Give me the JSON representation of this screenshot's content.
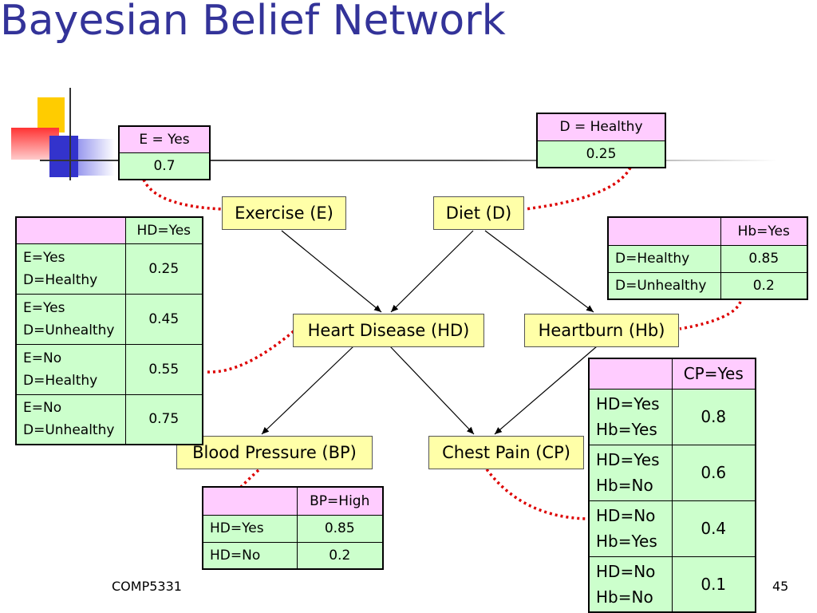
{
  "title": "Bayesian Belief Network",
  "nodes": {
    "exercise": "Exercise (E)",
    "diet": "Diet (D)",
    "heart_disease": "Heart Disease (HD)",
    "heartburn": "Heartburn (Hb)",
    "blood_pressure": "Blood Pressure (BP)",
    "chest_pain": "Chest Pain (CP)"
  },
  "tables": {
    "e": {
      "header": "E = Yes",
      "value": "0.7"
    },
    "d": {
      "header": "D = Healthy",
      "value": "0.25"
    },
    "hd": {
      "header": "HD=Yes",
      "rows": [
        {
          "cond1": "E=Yes",
          "cond2": "D=Healthy",
          "value": "0.25"
        },
        {
          "cond1": "E=Yes",
          "cond2": "D=Unhealthy",
          "value": "0.45"
        },
        {
          "cond1": "E=No",
          "cond2": "D=Healthy",
          "value": "0.55"
        },
        {
          "cond1": "E=No",
          "cond2": "D=Unhealthy",
          "value": "0.75"
        }
      ]
    },
    "hb": {
      "header": "Hb=Yes",
      "rows": [
        {
          "cond": "D=Healthy",
          "value": "0.85"
        },
        {
          "cond": "D=Unhealthy",
          "value": "0.2"
        }
      ]
    },
    "cp": {
      "header": "CP=Yes",
      "rows": [
        {
          "cond1": "HD=Yes",
          "cond2": "Hb=Yes",
          "value": "0.8"
        },
        {
          "cond1": "HD=Yes",
          "cond2": "Hb=No",
          "value": "0.6"
        },
        {
          "cond1": "HD=No",
          "cond2": "Hb=Yes",
          "value": "0.4"
        },
        {
          "cond1": "HD=No",
          "cond2": "Hb=No",
          "value": "0.1"
        }
      ]
    },
    "bp": {
      "header": "BP=High",
      "rows": [
        {
          "cond": "HD=Yes",
          "value": "0.85"
        },
        {
          "cond": "HD=No",
          "value": "0.2"
        }
      ]
    }
  },
  "footer": {
    "course": "COMP5331",
    "page": "45"
  },
  "colors": {
    "title": "#333399",
    "node_fill": "#ffffa8",
    "header_fill": "#ffccff",
    "value_fill": "#ccffcc",
    "dotted_link": "#dd0000"
  }
}
